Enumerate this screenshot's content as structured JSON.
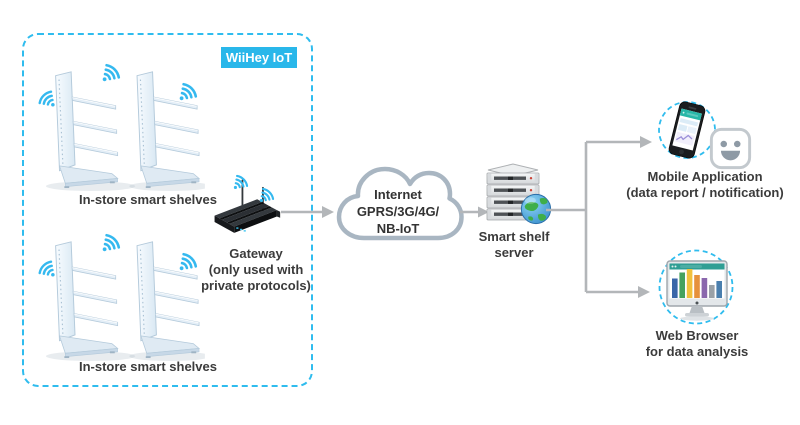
{
  "zone": {
    "label": "WiiHey IoT"
  },
  "shelf_groups": [
    {
      "label": "In-store smart shelves"
    },
    {
      "label": "In-store smart shelves"
    }
  ],
  "gateway": {
    "label": "Gateway",
    "note_line1": "(only used with",
    "note_line2": "private protocols)"
  },
  "cloud": {
    "line1": "Internet",
    "line2": "GPRS/3G/4G/",
    "line3": "NB-IoT"
  },
  "server": {
    "line1": "Smart shelf",
    "line2": "server"
  },
  "mobile": {
    "line1": "Mobile Application",
    "line2": "(data report / notification)"
  },
  "web_browser": {
    "line1": "Web Browser",
    "line2": "for data analysis"
  },
  "colors": {
    "accent_cyan": "#2fbcee",
    "wifi_cyan": "#35b9ef",
    "tag_background": "#29b7ea",
    "arrow_gray": "#b3b6b9",
    "cloud_stroke": "#a9b6c2",
    "text": "#3b3b3b",
    "screen_teal": "#28b7a8"
  },
  "icons": [
    "wifi-icon",
    "smart-shelf-icon",
    "gateway-icon",
    "cloud-icon",
    "server-icon",
    "globe-icon",
    "phone-icon",
    "smiley-icon",
    "monitor-icon",
    "arrow-icon"
  ]
}
